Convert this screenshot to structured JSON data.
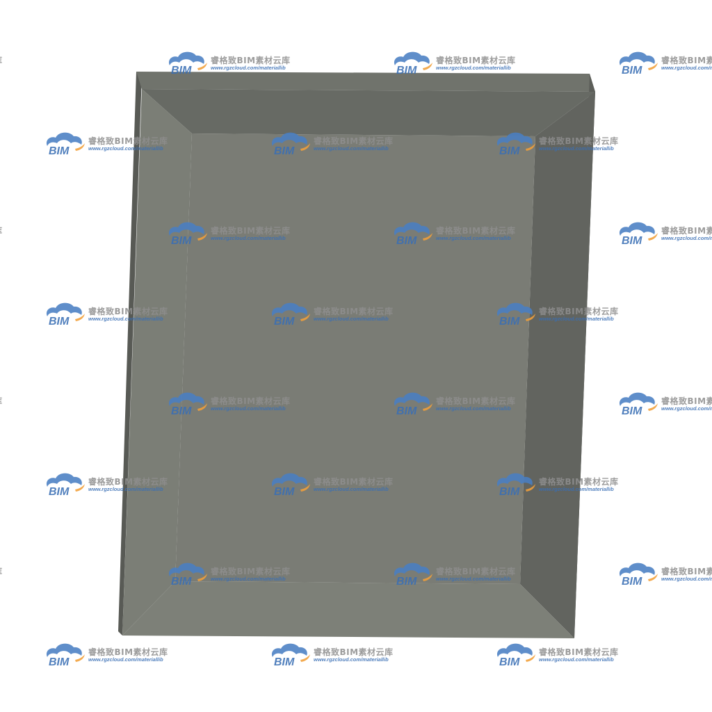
{
  "scene": {
    "subject": "beveled rectangular panel",
    "colors": {
      "background": "#ffffff",
      "top_bevel": "#676a64",
      "left_bevel": "#7b7e76",
      "right_bevel": "#62645f",
      "bottom_bevel": "#7d8078",
      "face": "#7a7c75",
      "outer_top_rim": "#70736c",
      "outer_right_rim": "#5c5e59",
      "outer_left_edge": "#585a55"
    }
  },
  "watermark": {
    "logo_text": "BIM",
    "name": "睿格致BIM素材云库",
    "url": "www.rgzcloud.com/materiallib",
    "colors": {
      "cloud_blue": "#4a7fc3",
      "cloud_orange": "#f2a03a",
      "logo_text": "#3a6fb5",
      "name_text": "#8f8f8f",
      "url_text": "#3a6fb5"
    }
  }
}
